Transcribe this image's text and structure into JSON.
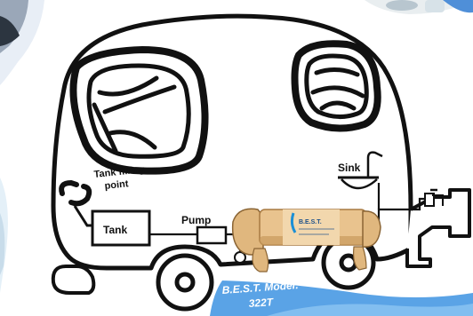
{
  "labels": {
    "tank_filling_point": [
      "Tank filling",
      "point"
    ],
    "tank": "Tank",
    "pump": "Pump",
    "sink": "Sink"
  },
  "device": {
    "brand": "B.E.S.T.",
    "model": [
      "B.E.S.T. Model:",
      "322T"
    ]
  },
  "colors": {
    "outline": "#111111",
    "device_body": "#e9c38e",
    "device_shadow": "#c89a5c",
    "banner": "#5aa3e6",
    "brand": "#1b4f8a"
  }
}
